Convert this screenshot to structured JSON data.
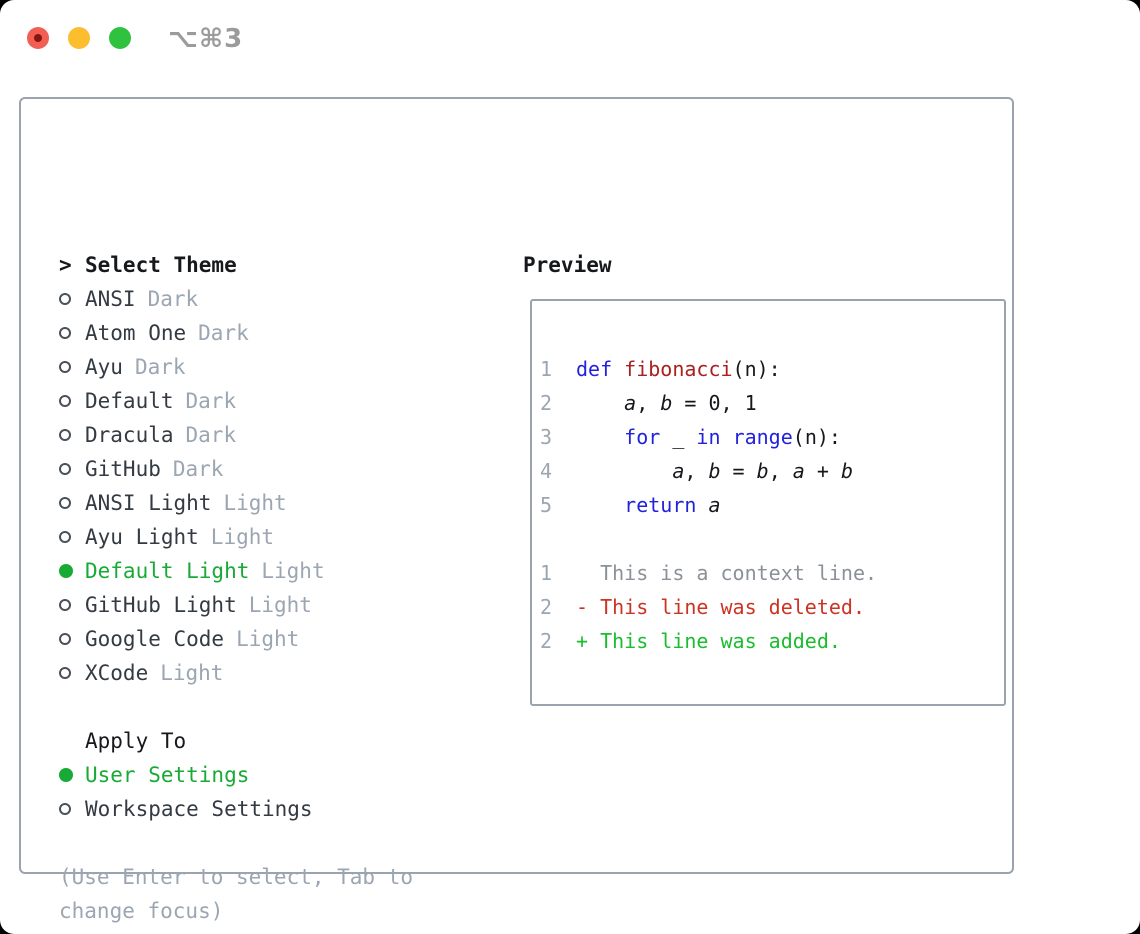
{
  "window": {
    "shortcut_label": "⌥⌘3"
  },
  "colors": {
    "page_bg": "#000000",
    "window_bg": "#ffffff",
    "border_gray": "#9aa3af",
    "text_dark": "#16181c",
    "item_text": "#343a42",
    "dim_gray": "#9ba6b2",
    "ring_gray": "#4a515b",
    "selected_green": "#17ab35",
    "added_green": "#1bbd2e",
    "deleted_red": "#cc3322",
    "keyword_blue": "#2222dd",
    "function_red": "#aa2020",
    "context_gray": "#8b9199",
    "traffic_red": "#f25d54",
    "traffic_red_dot": "#84170e",
    "traffic_yellow": "#fcbd2f",
    "traffic_green": "#2ec23e",
    "shortcut_gray": "#9b9b9b"
  },
  "theme_picker": {
    "heading_prefix": ">",
    "heading": "Select Theme",
    "items": [
      {
        "label": "ANSI",
        "variant": "Dark",
        "selected": false
      },
      {
        "label": "Atom One",
        "variant": "Dark",
        "selected": false
      },
      {
        "label": "Ayu",
        "variant": "Dark",
        "selected": false
      },
      {
        "label": "Default",
        "variant": "Dark",
        "selected": false
      },
      {
        "label": "Dracula",
        "variant": "Dark",
        "selected": false
      },
      {
        "label": "GitHub",
        "variant": "Dark",
        "selected": false
      },
      {
        "label": "ANSI Light",
        "variant": "Light",
        "selected": false
      },
      {
        "label": "Ayu Light",
        "variant": "Light",
        "selected": false
      },
      {
        "label": "Default Light",
        "variant": "Light",
        "selected": true
      },
      {
        "label": "GitHub Light",
        "variant": "Light",
        "selected": false
      },
      {
        "label": "Google Code",
        "variant": "Light",
        "selected": false
      },
      {
        "label": "XCode",
        "variant": "Light",
        "selected": false
      }
    ],
    "apply_to": {
      "heading": "Apply To",
      "options": [
        {
          "label": "User Settings",
          "selected": true
        },
        {
          "label": "Workspace Settings",
          "selected": false
        }
      ]
    },
    "hint_lines": [
      "(Use Enter to select, Tab to",
      "change focus)"
    ]
  },
  "preview": {
    "heading": "Preview",
    "code_lines": [
      {
        "num": "1",
        "tokens": [
          [
            "def",
            "kw"
          ],
          [
            " ",
            "pl"
          ],
          [
            "fibonacci",
            "fn"
          ],
          [
            "(n):",
            "pl"
          ]
        ]
      },
      {
        "num": "2",
        "tokens": [
          [
            "    ",
            "pl"
          ],
          [
            "a",
            "var"
          ],
          [
            ", ",
            "pl"
          ],
          [
            "b",
            "var"
          ],
          [
            " = 0, 1",
            "pl"
          ]
        ]
      },
      {
        "num": "3",
        "tokens": [
          [
            "    ",
            "pl"
          ],
          [
            "for",
            "kw"
          ],
          [
            " _ ",
            "pl"
          ],
          [
            "in",
            "kw"
          ],
          [
            " ",
            "pl"
          ],
          [
            "range",
            "kw"
          ],
          [
            "(n):",
            "pl"
          ]
        ]
      },
      {
        "num": "4",
        "tokens": [
          [
            "        ",
            "pl"
          ],
          [
            "a",
            "var"
          ],
          [
            ", ",
            "pl"
          ],
          [
            "b",
            "var"
          ],
          [
            " = ",
            "pl"
          ],
          [
            "b",
            "var"
          ],
          [
            ", ",
            "pl"
          ],
          [
            "a",
            "var"
          ],
          [
            " + ",
            "pl"
          ],
          [
            "b",
            "var"
          ]
        ]
      },
      {
        "num": "5",
        "tokens": [
          [
            "    ",
            "pl"
          ],
          [
            "return",
            "kw"
          ],
          [
            " ",
            "pl"
          ],
          [
            "a",
            "var"
          ]
        ]
      }
    ],
    "diff_lines": [
      {
        "num": "1",
        "sign": "",
        "text": "This is a context line.",
        "kind": "context"
      },
      {
        "num": "2",
        "sign": "-",
        "text": "This line was deleted.",
        "kind": "deleted"
      },
      {
        "num": "2",
        "sign": "+",
        "text": "This line was added.",
        "kind": "added"
      }
    ]
  }
}
